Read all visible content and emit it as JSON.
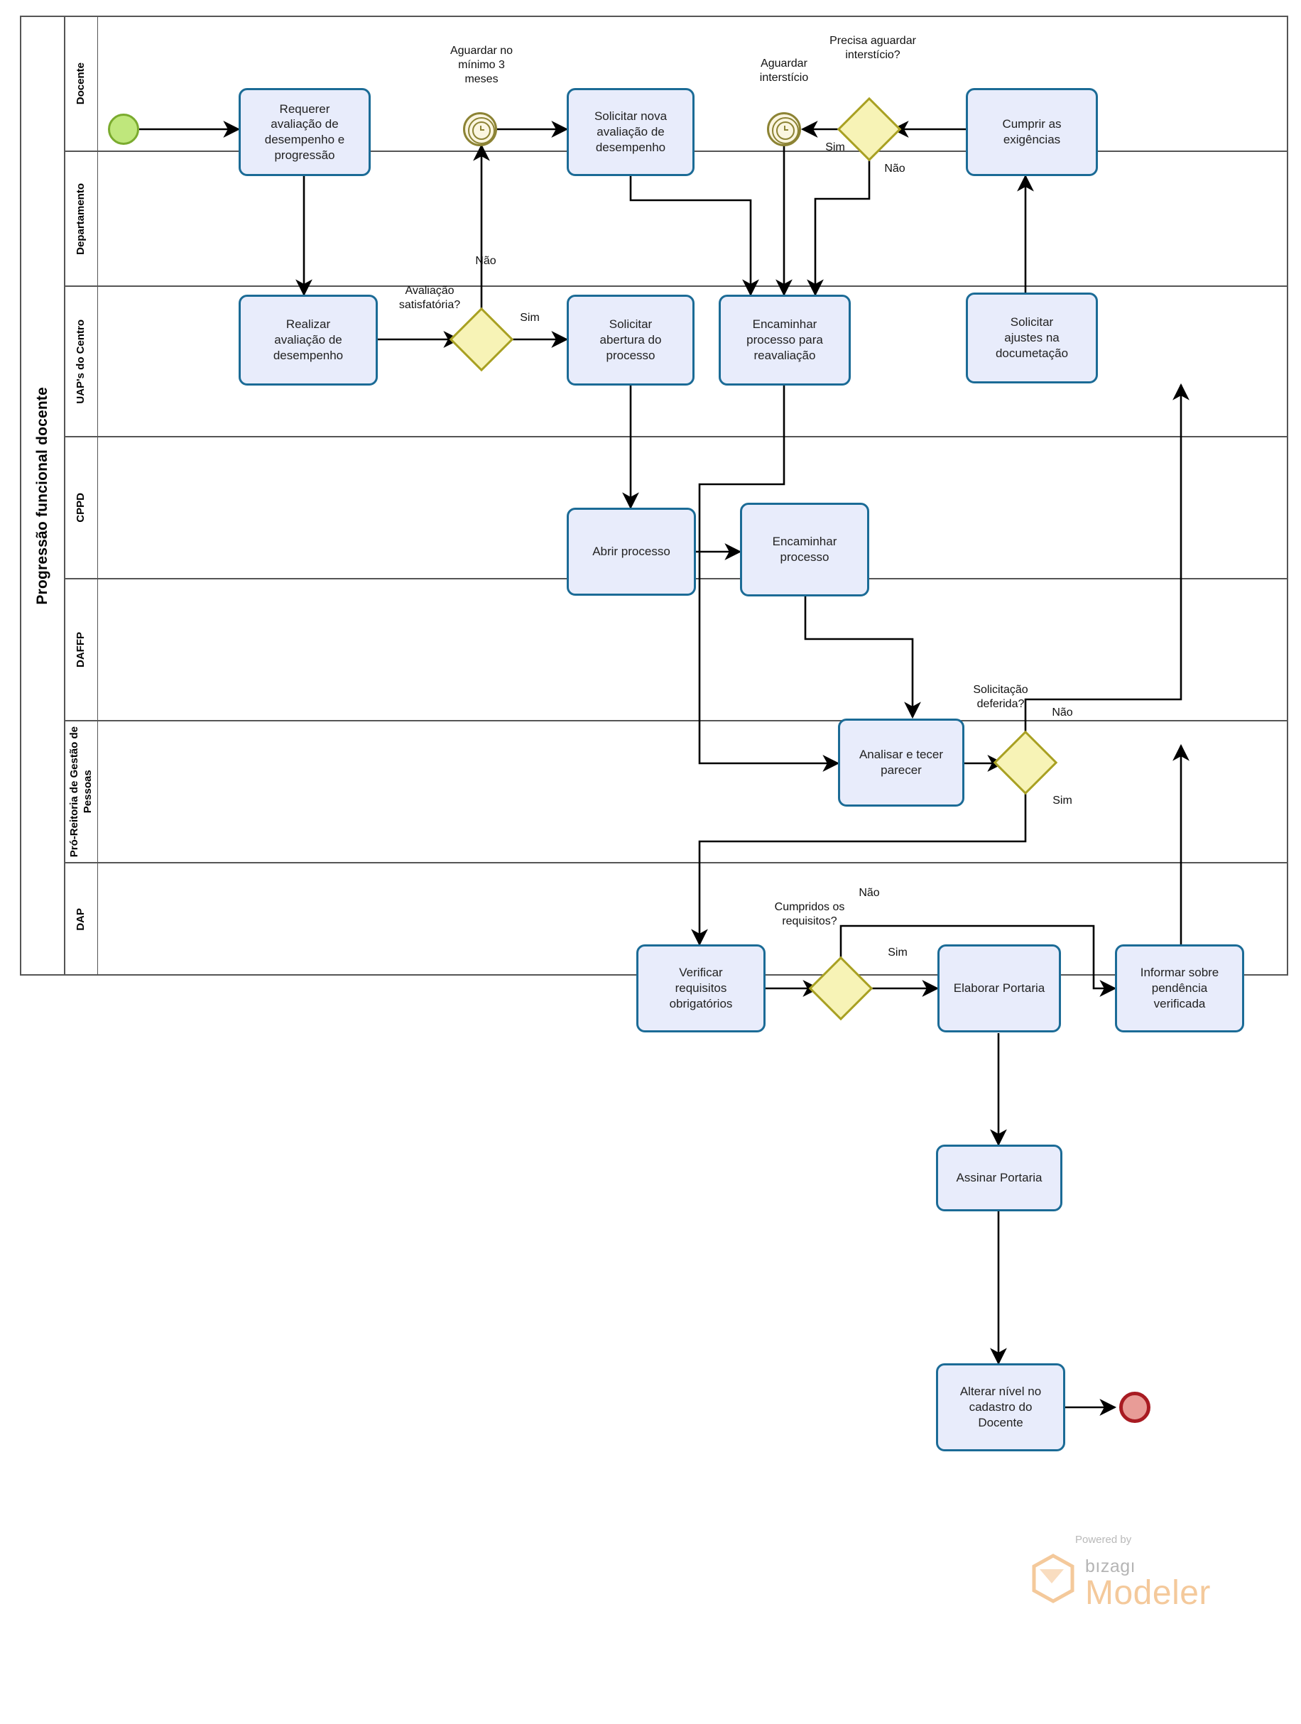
{
  "pool": {
    "title": "Progressão funcional docente"
  },
  "lanes": [
    {
      "id": "docente",
      "label": "Docente"
    },
    {
      "id": "departamento",
      "label": "Departamento"
    },
    {
      "id": "uaps",
      "label": "UAP's do Centro"
    },
    {
      "id": "cppd",
      "label": "CPPD"
    },
    {
      "id": "daffp",
      "label": "DAFFP"
    },
    {
      "id": "prgp",
      "label": "Pró-Reitoria de Gestão de\nPessoas"
    },
    {
      "id": "dap",
      "label": "DAP"
    }
  ],
  "events": {
    "start": {
      "name": "start-event"
    },
    "timer_3meses": {
      "name": "timer-aguardar-3-meses",
      "label": "Aguardar no\nmínimo 3\nmeses"
    },
    "timer_intersticio": {
      "name": "timer-aguardar-intersticio",
      "label": "Aguardar\ninterstício"
    },
    "end": {
      "name": "end-event"
    }
  },
  "tasks": {
    "requerer_avaliacao": "Requerer\navaliação de\ndesempenho e\nprogressão",
    "solicitar_nova_avaliacao": "Solicitar nova\navaliação de\ndesempenho",
    "cumprir_exigencias": "Cumprir as\nexigências",
    "realizar_avaliacao": "Realizar\navaliação de\ndesempenho",
    "solicitar_abertura": "Solicitar\nabertura do\nprocesso",
    "encaminhar_reavaliacao": "Encaminhar\nprocesso para\nreavaliação",
    "solicitar_ajustes": "Solicitar\najustes na\ndocumetação",
    "abrir_processo": "Abrir processo",
    "encaminhar_processo": "Encaminhar\nprocesso",
    "analisar_parecer": "Analisar e tecer\nparecer",
    "verificar_requisitos": "Verificar\nrequisitos\nobrigatórios",
    "elaborar_portaria": "Elaborar Portaria",
    "informar_pendencia": "Informar sobre\npendência\nverificada",
    "assinar_portaria": "Assinar Portaria",
    "alterar_nivel": "Alterar nível no\ncadastro do\nDocente"
  },
  "gateways": {
    "precisa_intersticio": "Precisa aguardar\ninterstício?",
    "avaliacao_satisfatoria": "Avaliação\nsatisfatória?",
    "solicitacao_deferida": "Solicitação\ndeferida?",
    "cumpridos_requisitos": "Cumpridos os\nrequisitos?"
  },
  "flow_labels": {
    "sim_intersticio": "Sim",
    "nao_intersticio": "Não",
    "sim_avaliacao": "Sim",
    "nao_avaliacao": "Não",
    "nao_deferida": "Não",
    "sim_deferida": "Sim",
    "nao_requisitos": "Não",
    "sim_requisitos": "Sim"
  },
  "brand": {
    "powered": "Powered by",
    "bizagi": "bızagı",
    "modeler": "Modeler"
  },
  "colors": {
    "task_fill": "#e8ecfb",
    "task_stroke": "#1b6b96",
    "gateway_fill": "#f7f3b6",
    "gateway_stroke": "#a8a022",
    "start_fill": "#bfe77c",
    "start_stroke": "#7aab2e",
    "end_fill": "#e89c97",
    "end_stroke": "#a81b22",
    "timer_stroke": "#8c8334",
    "lane_border": "#555555",
    "brand_orange": "#f4c99b"
  }
}
